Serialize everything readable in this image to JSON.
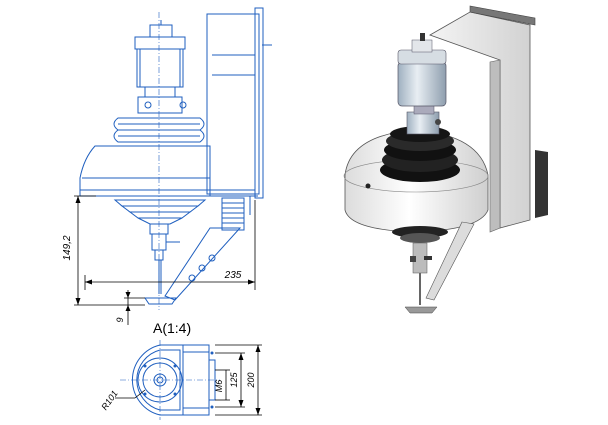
{
  "drawing": {
    "dims": {
      "height": "149,2",
      "width": "235",
      "offset": "9",
      "radius": "R101",
      "thread": "M6",
      "spacing": "125",
      "overall": "200"
    },
    "detail_label": "A(1:4)",
    "colors": {
      "line": "#1f5fbf",
      "dimension": "#000000",
      "render_body": "#f2f2f2",
      "render_bellows": "#1a1a1a",
      "render_motor": "#c9d2da"
    }
  }
}
